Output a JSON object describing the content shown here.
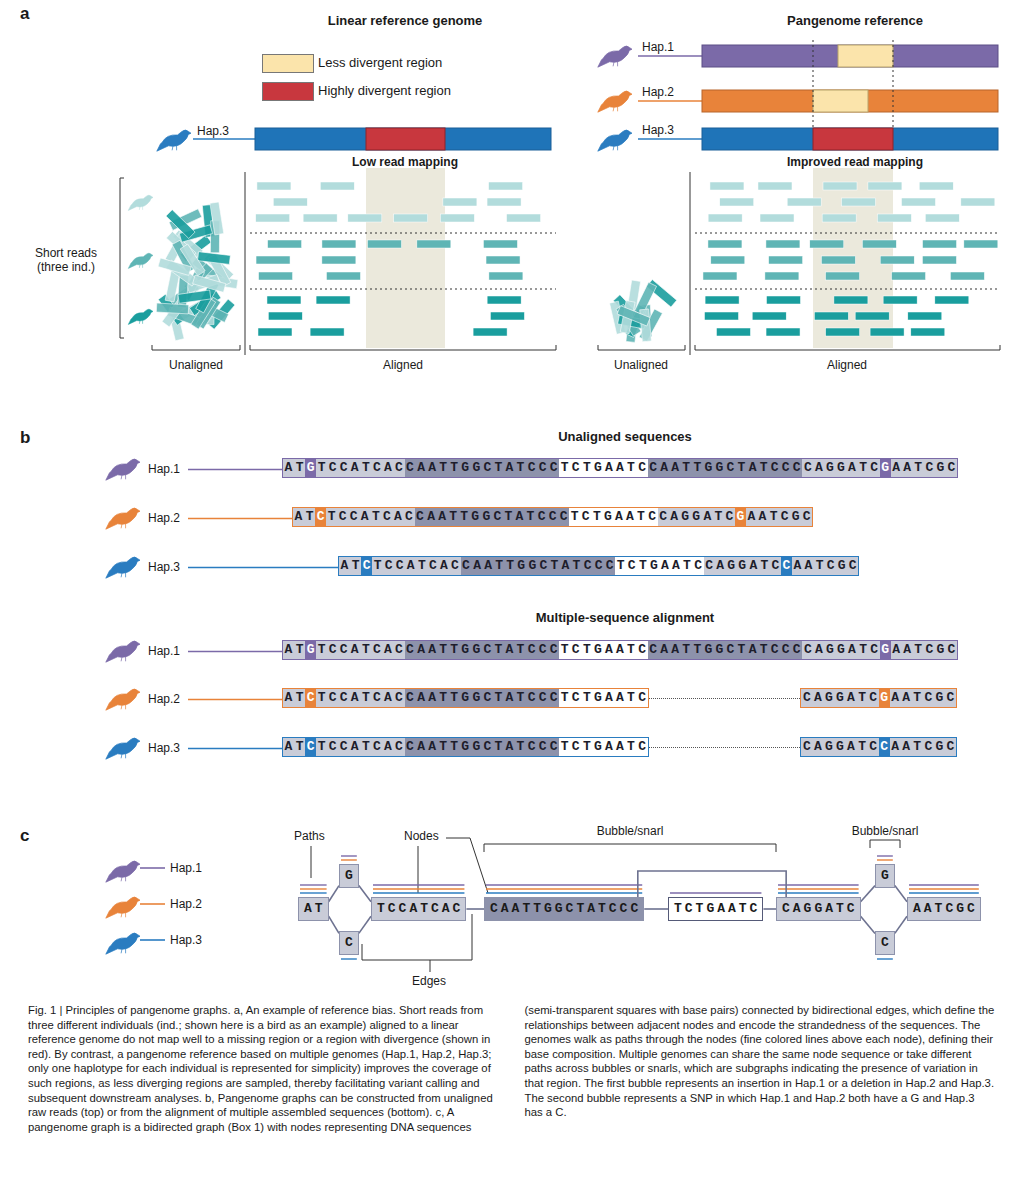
{
  "diagram": {
    "caption": "Fig. 1 | Principles of pangenome graphs. a, An example of reference bias. Short reads from three different individuals (ind.; shown here is a bird as an example) aligned to a linear reference genome do not map well to a missing region or a region with divergence (shown in red). By contrast, a pangenome reference based on multiple genomes (Hap.1, Hap.2, Hap.3; only one haplotype for each individual is represented for simplicity) improves the coverage of such regions, as less diverging regions are sampled, thereby facilitating variant calling and subsequent downstream analyses. b, Pangenome graphs can be constructed from unaligned raw reads (top) or from the alignment of multiple assembled sequences (bottom). c, A pangenome graph is a bidirected graph (Box 1) with nodes representing DNA sequences (semi-transparent squares with base pairs) connected by bidirectional edges, which define the relationships between adjacent nodes and encode the strandedness of the sequences. The genomes walk as paths through the nodes (fine colored lines above each node), defining their base composition. Multiple genomes can share the same node sequence or take different paths across bubbles or snarls, which are subgraphs indicating the presence of variation in that region. The first bubble represents an insertion in Hap.1 or a deletion in Hap.2 and Hap.3. The second bubble represents a SNP in which Hap.1 and Hap.2 both have a G and Hap.3 has a C.",
    "nodes": [
      {
        "text": [
          "AT",
          "G",
          "TCCATCAC",
          "CAATTGGCTATCCC",
          "TCTGAATC",
          "CAATTGGCTATCCC",
          "CAGGATC",
          "G",
          "AATCGC"
        ]
      },
      {
        "text": [
          "AT",
          "C",
          "TCCATCAC",
          "CAATTGGCTATCCC",
          "TCTGAATC",
          "CAGGATC",
          "G",
          "AATCGC"
        ]
      },
      {
        "text": [
          "AT",
          "C",
          "TCCATCAC",
          "CAATTGGCTATCCC",
          "TCTGAATC",
          "CAGGATC",
          "C",
          "AATCGC"
        ]
      },
      {
        "text": [
          "AT",
          "G",
          "TCCATCAC",
          "CAATTGGCTATCCC",
          "TCTGAATC",
          "CAATTGGCTATCCC",
          "CAGGATC",
          "G",
          "AATCGC"
        ]
      },
      {
        "text": [
          "AT",
          "C",
          "TCCATCAC",
          "CAATTGGCTATCCC",
          "TCTGAATC",
          "CAGGATC",
          "G",
          "AATCGC"
        ]
      },
      {
        "text": [
          "AT",
          "C",
          "TCCATCAC",
          "CAATTGGCTATCCC",
          "TCTGAATC",
          "CAGGATC",
          "C",
          "AATCGC"
        ]
      },
      {
        "text": [
          "AT"
        ]
      },
      {
        "text": [
          "G"
        ]
      },
      {
        "text": [
          "C"
        ]
      },
      {
        "text": [
          "TCCATCAC"
        ]
      },
      {
        "text": [
          "CAATTGGCTATCCC"
        ]
      },
      {
        "text": [
          "TCTGAATC"
        ]
      },
      {
        "text": [
          "CAGGATC"
        ]
      },
      {
        "text": [
          "G"
        ]
      },
      {
        "text": [
          "C"
        ]
      },
      {
        "text": [
          "AATCGC"
        ]
      }
    ],
    "edges": [
      {
        "from": 6,
        "to": 7,
        "arrow": "none"
      },
      {
        "from": 6,
        "to": 8,
        "arrow": "none"
      },
      {
        "from": 7,
        "to": 9,
        "arrow": "none"
      },
      {
        "from": 8,
        "to": 9,
        "arrow": "none"
      },
      {
        "from": 9,
        "to": 10,
        "arrow": "none"
      },
      {
        "from": 10,
        "to": 11,
        "arrow": "none"
      },
      {
        "from": 11,
        "to": 12,
        "arrow": "none"
      },
      {
        "from": 10,
        "to": 12,
        "arrow": "none"
      },
      {
        "from": 12,
        "to": 13,
        "arrow": "none"
      },
      {
        "from": 12,
        "to": 14,
        "arrow": "none"
      },
      {
        "from": 13,
        "to": 15,
        "arrow": "none"
      },
      {
        "from": 14,
        "to": 15,
        "arrow": "none"
      }
    ],
    "labels": [
      "a",
      "Linear reference genome",
      "Pangenome reference",
      "Hap.3",
      "Hap.1",
      "Hap.2",
      "Hap.3",
      "Low read mapping",
      "Improved read mapping",
      "Short reads (three ind.)",
      "Unaligned",
      "Aligned",
      "Unaligned",
      "Aligned",
      "b",
      "Unaligned sequences",
      "Hap.1",
      "Hap.2",
      "Hap.3",
      "Multiple-sequence alignment",
      "Hap.1",
      "Hap.2",
      "Hap.3",
      "c",
      "Paths",
      "Nodes",
      "Bubble/snarl",
      "Bubble/snarl",
      "Edges"
    ],
    "legend": [
      {
        "text": "Less divergent region",
        "color": "#fbe4ab"
      },
      {
        "text": "Highly divergent region",
        "color": "#c8373e"
      },
      {
        "text": "Hap.1"
      },
      {
        "text": "Hap.2"
      },
      {
        "text": "Hap.3"
      }
    ]
  }
}
